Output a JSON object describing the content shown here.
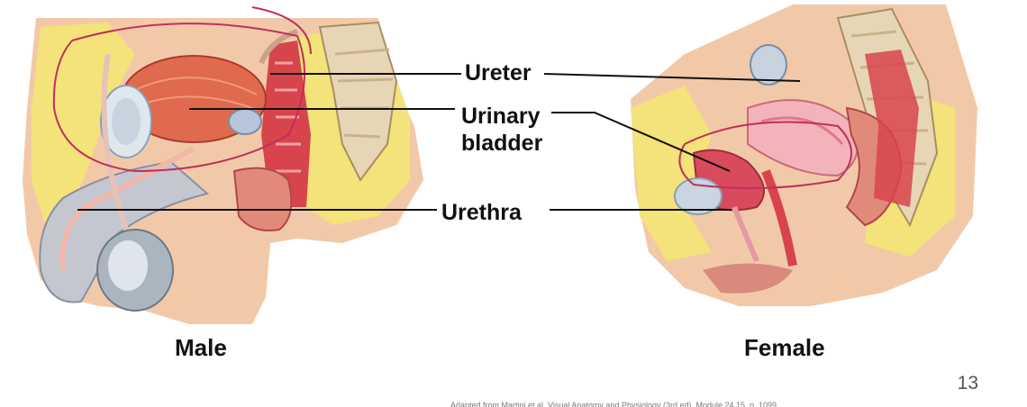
{
  "labels": {
    "ureter": "Ureter",
    "bladder_line1": "Urinary",
    "bladder_line2": "bladder",
    "urethra": "Urethra"
  },
  "captions": {
    "male": "Male",
    "female": "Female"
  },
  "page_number": "13",
  "credit": "Adapted from Martini et al. Visual Anatomy and Physiology (3rd ed), Module 24.15, p. 1099",
  "colors": {
    "skin": "#f2c9a8",
    "fat": "#f4e27a",
    "bladder": "#e06a4d",
    "muscle": "#d8444c",
    "annotation": "#c0305a",
    "leader": "#111111"
  }
}
